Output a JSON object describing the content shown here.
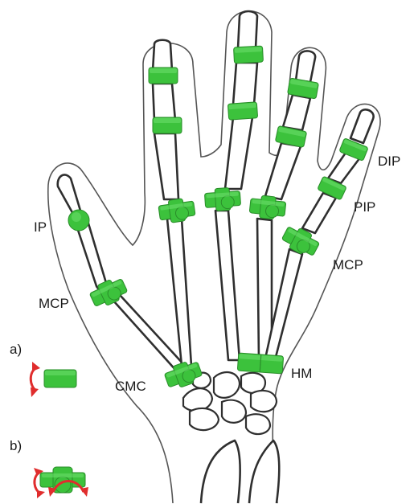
{
  "labels": {
    "dip": "DIP",
    "pip": "PIP",
    "mcp_finger": "MCP",
    "ip": "IP",
    "mcp_thumb": "MCP",
    "cmc": "CMC",
    "hm": "HM"
  },
  "legend": {
    "a": "a)",
    "b": "b)"
  },
  "colors": {
    "joint_green": "#3cc23c",
    "arrow_red": "#e02d2d",
    "bone_stroke": "#2f2f2f"
  }
}
